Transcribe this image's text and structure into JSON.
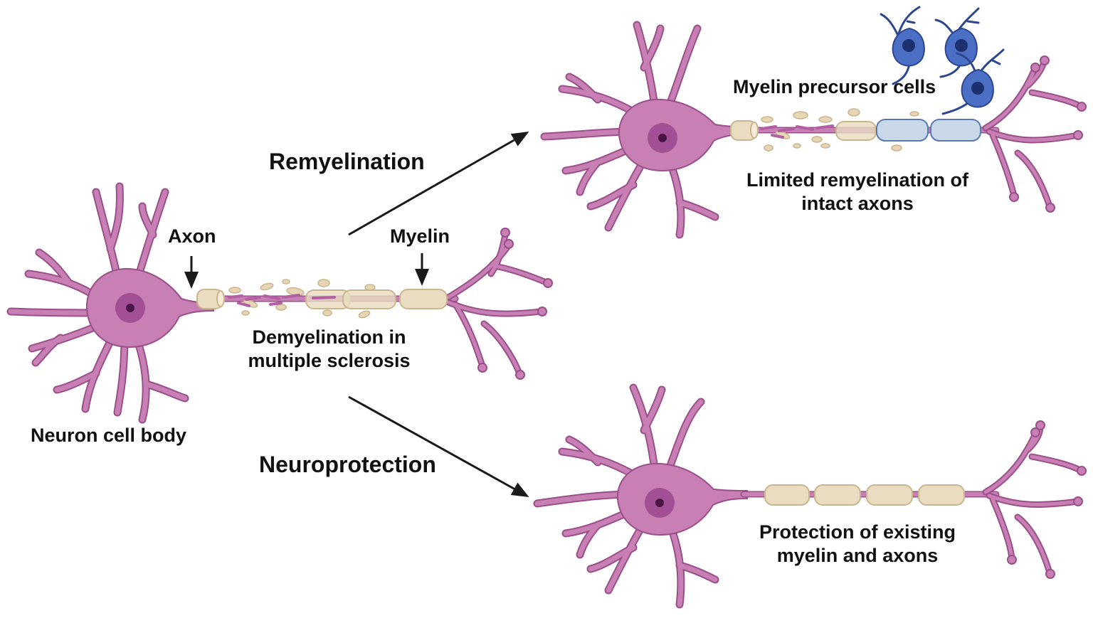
{
  "colors": {
    "neuron_fill": "#c77fb4",
    "neuron_stroke": "#9a4f8b",
    "nucleus": "#a24f95",
    "nucleolus": "#4a1545",
    "myelin_fill": "#e9dcc0",
    "myelin_stroke": "#c9b58e",
    "debris": "#e6d6b6",
    "new_myelin_fill": "#c9d9ea",
    "new_myelin_stroke": "#5b79b4",
    "precursor_fill": "#4a6fc4",
    "precursor_stroke": "#2c4690",
    "precursor_nucleus": "#1c2f6e",
    "arrow": "#1a1a1a"
  },
  "labels": {
    "axon": "Axon",
    "myelin": "Myelin",
    "neuron_cell_body": "Neuron cell body",
    "demyelination_line1": "Demyelination in",
    "demyelination_line2": "multiple sclerosis",
    "remyelination": "Remyelination",
    "neuroprotection": "Neuroprotection",
    "myelin_precursor_cells": "Myelin precursor cells",
    "limited_line1": "Limited remyelination of",
    "limited_line2": "intact axons",
    "protection_line1": "Protection of existing",
    "protection_line2": "myelin and axons"
  },
  "icons": {
    "neuron": "neuron-icon",
    "precursor_cell": "oligodendrocyte-precursor-icon",
    "pointer_arrow": "arrow-down-icon",
    "flow_arrow": "arrow-icon"
  }
}
